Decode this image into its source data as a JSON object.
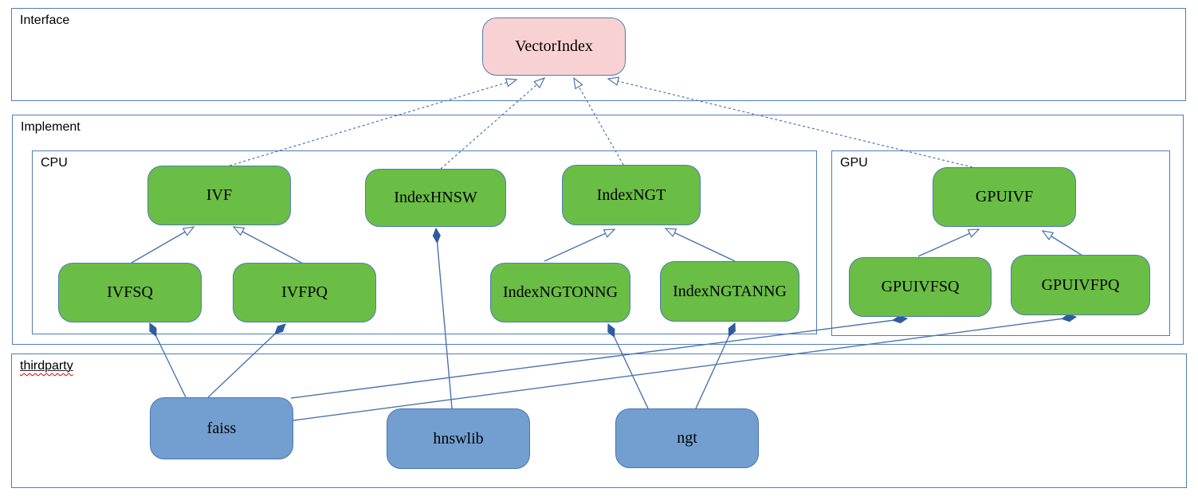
{
  "containers": {
    "interface": {
      "label": "Interface"
    },
    "implement": {
      "label": "Implement"
    },
    "cpu": {
      "label": "CPU"
    },
    "gpu": {
      "label": "GPU"
    },
    "thirdparty": {
      "label": "thirdparty",
      "spellcheck_squiggle": true
    }
  },
  "nodes": {
    "vectorindex": {
      "label": "VectorIndex",
      "kind": "interface",
      "fill": "#f8d2d2"
    },
    "ivf": {
      "label": "IVF",
      "kind": "cpu-class",
      "fill": "#6abd45"
    },
    "indexhnsw": {
      "label": "IndexHNSW",
      "kind": "cpu-class",
      "fill": "#6abd45"
    },
    "indexngt": {
      "label": "IndexNGT",
      "kind": "cpu-class",
      "fill": "#6abd45"
    },
    "ivfsq": {
      "label": "IVFSQ",
      "kind": "cpu-class",
      "fill": "#6abd45"
    },
    "ivfpq": {
      "label": "IVFPQ",
      "kind": "cpu-class",
      "fill": "#6abd45"
    },
    "indexngtonng": {
      "label": "IndexNGTONNG",
      "kind": "cpu-class",
      "fill": "#6abd45"
    },
    "indexngtanng": {
      "label": "IndexNGTANNG",
      "kind": "cpu-class",
      "fill": "#6abd45"
    },
    "gpuivf": {
      "label": "GPUIVF",
      "kind": "gpu-class",
      "fill": "#6abd45"
    },
    "gpuivfsq": {
      "label": "GPUIVFSQ",
      "kind": "gpu-class",
      "fill": "#6abd45"
    },
    "gpuivfpq": {
      "label": "GPUIVFPQ",
      "kind": "gpu-class",
      "fill": "#6abd45"
    },
    "faiss": {
      "label": "faiss",
      "kind": "thirdparty-lib",
      "fill": "#729fcf"
    },
    "hnswlib": {
      "label": "hnswlib",
      "kind": "thirdparty-lib",
      "fill": "#729fcf"
    },
    "ngt": {
      "label": "ngt",
      "kind": "thirdparty-lib",
      "fill": "#729fcf"
    }
  },
  "edges": [
    {
      "from": "ivf",
      "to": "vectorindex",
      "type": "implements"
    },
    {
      "from": "indexhnsw",
      "to": "vectorindex",
      "type": "implements"
    },
    {
      "from": "indexngt",
      "to": "vectorindex",
      "type": "implements"
    },
    {
      "from": "gpuivf",
      "to": "vectorindex",
      "type": "implements"
    },
    {
      "from": "ivfsq",
      "to": "ivf",
      "type": "extends"
    },
    {
      "from": "ivfpq",
      "to": "ivf",
      "type": "extends"
    },
    {
      "from": "indexngtonng",
      "to": "indexngt",
      "type": "extends"
    },
    {
      "from": "indexngtanng",
      "to": "indexngt",
      "type": "extends"
    },
    {
      "from": "gpuivfsq",
      "to": "gpuivf",
      "type": "extends"
    },
    {
      "from": "gpuivfpq",
      "to": "gpuivf",
      "type": "extends"
    },
    {
      "from": "faiss",
      "to": "ivfsq",
      "type": "composition"
    },
    {
      "from": "faiss",
      "to": "ivfpq",
      "type": "composition"
    },
    {
      "from": "faiss",
      "to": "gpuivfsq",
      "type": "composition"
    },
    {
      "from": "faiss",
      "to": "gpuivfpq",
      "type": "composition"
    },
    {
      "from": "hnswlib",
      "to": "indexhnsw",
      "type": "composition"
    },
    {
      "from": "ngt",
      "to": "indexngtonng",
      "type": "composition"
    },
    {
      "from": "ngt",
      "to": "indexngtanng",
      "type": "composition"
    }
  ],
  "colors": {
    "container_border": "#4f7cb8",
    "connector": "#4a74ae",
    "diamond": "#2e5c9e",
    "class_fill_green": "#6abd45",
    "interface_fill_pink": "#f8d2d2",
    "thirdparty_fill_blue": "#729fcf",
    "spellcheck_red": "#e00000",
    "text": "#000000"
  }
}
